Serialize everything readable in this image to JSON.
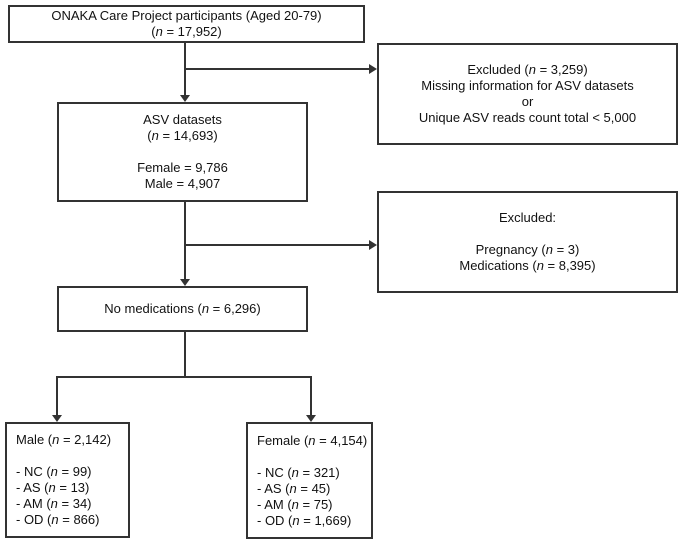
{
  "colors": {
    "background": "#ffffff",
    "line": "#333333",
    "text": "#111111"
  },
  "boxes": {
    "participants": {
      "align": "center",
      "lines": [
        "ONAKA Care Project participants (Aged 20-79)",
        "(n = 17,952)"
      ]
    },
    "excluded_asv": {
      "align": "center",
      "lines": [
        "Excluded (n = 3,259)",
        "Missing information for ASV datasets",
        "or",
        "Unique ASV reads count total < 5,000"
      ]
    },
    "asv_datasets": {
      "align": "center",
      "lines": [
        "ASV datasets",
        "(n = 14,693)",
        "",
        "Female = 9,786",
        "Male = 4,907"
      ]
    },
    "excluded_medications": {
      "align": "center",
      "lines": [
        "Excluded:",
        "",
        "Pregnancy (n = 3)",
        "Medications (n = 8,395)"
      ]
    },
    "no_medications": {
      "align": "center",
      "lines": [
        "No medications (n = 6,296)"
      ]
    },
    "male": {
      "align": "left",
      "lines": [
        "Male (n = 2,142)",
        "",
        "- NC (n = 99)",
        "- AS (n = 13)",
        "- AM (n = 34)",
        "- OD (n = 866)"
      ]
    },
    "female": {
      "align": "left",
      "lines": [
        "Female (n = 4,154)",
        "",
        "- NC (n = 321)",
        "- AS (n = 45)",
        "- AM (n = 75)",
        "- OD (n = 1,669)"
      ]
    }
  }
}
